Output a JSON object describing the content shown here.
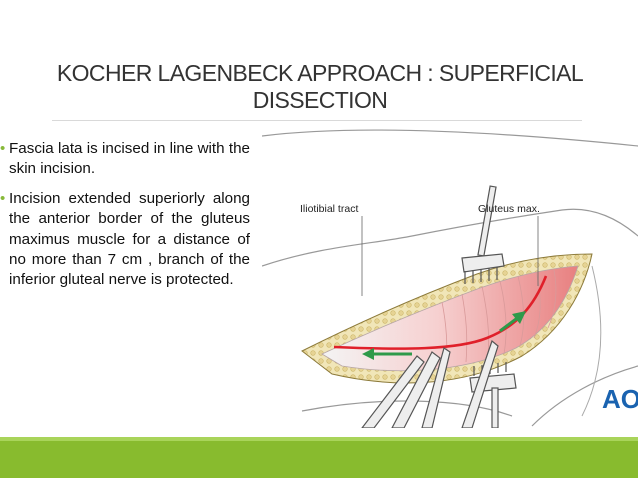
{
  "slide": {
    "title": "KOCHER LAGENBECK APPROACH : SUPERFICIAL DISSECTION",
    "bullet_marker": "•",
    "bullets": [
      "Fascia lata is incised in line with the skin incision.",
      "Incision extended superiorly along the anterior border of the gluteus maximus muscle for a distance of no more than 7 cm , branch of the inferior gluteal nerve is protected."
    ]
  },
  "figure": {
    "labels": {
      "iliotibial": "Iliotibial tract",
      "gluteus": "Gluteus max."
    },
    "logo_text": "AO",
    "colors": {
      "incision": "#e0202a",
      "arrow": "#2e9a4a",
      "fascia": "#e8d9a0",
      "muscle": "#e88a8a",
      "logo": "#1a63b0",
      "accent_green": "#88bb2e"
    }
  }
}
